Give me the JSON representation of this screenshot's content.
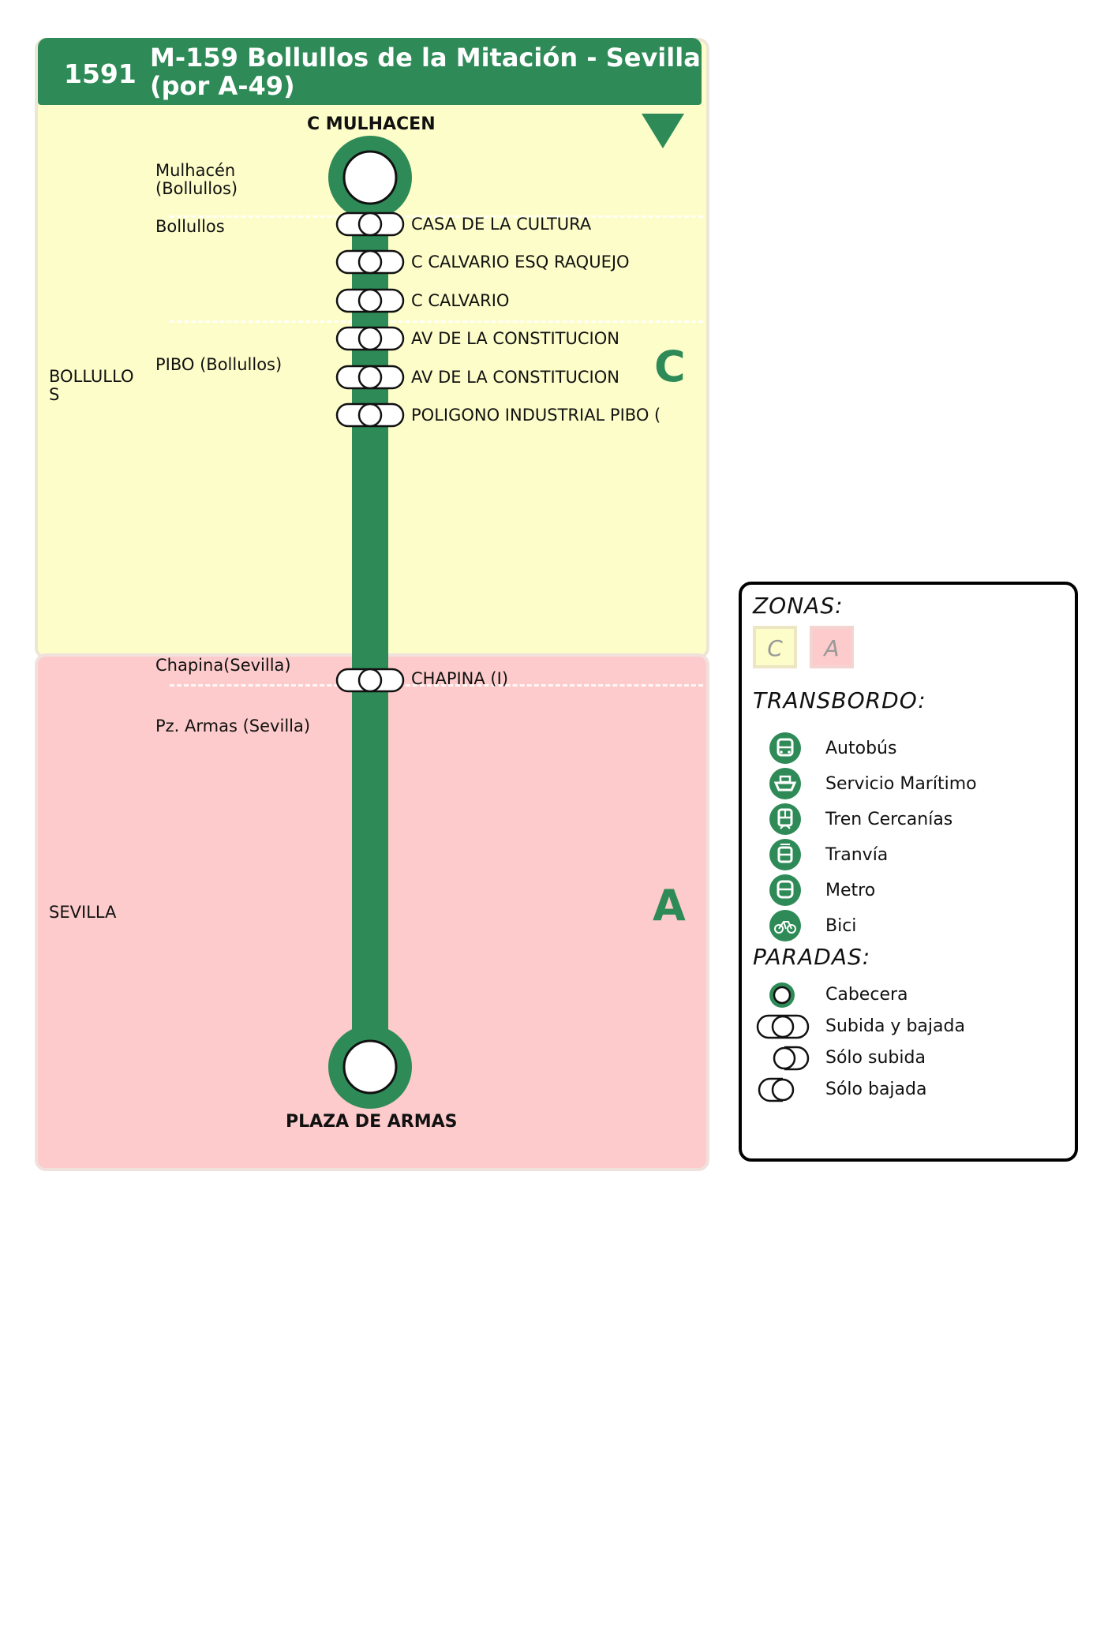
{
  "route": {
    "number": "1591",
    "name_line1": "M-159 Bollullos de la Mitación - Sevilla",
    "name_line2": "(por A-49)",
    "direction_glyph": "down-triangle-icon",
    "line_color": "#2e8b57"
  },
  "zones": [
    {
      "letter": "C",
      "color": "#fdfdc9"
    },
    {
      "letter": "A",
      "color": "#fdcbcb"
    }
  ],
  "municipalities": {
    "bollullos": "BOLLULLO\nS",
    "sevilla": "SEVILLA"
  },
  "localities": {
    "mulhacen": "Mulhacén\n(Bollullos)",
    "bollullos": "Bollullos",
    "pibo": "PIBO (Bollullos)",
    "chapina": "Chapina(Sevilla)",
    "pz_armas": "Pz. Armas (Sevilla)"
  },
  "terminals": {
    "origin": "C MULHACEN",
    "destination": "PLAZA DE ARMAS"
  },
  "stops": [
    {
      "name": "CASA DE LA CULTURA",
      "type": "subida-bajada"
    },
    {
      "name": "C CALVARIO ESQ RAQUEJO",
      "type": "subida-bajada"
    },
    {
      "name": "C CALVARIO",
      "type": "subida-bajada"
    },
    {
      "name": "AV DE LA CONSTITUCION",
      "type": "subida-bajada"
    },
    {
      "name": "AV DE LA CONSTITUCION",
      "type": "subida-bajada"
    },
    {
      "name": "POLIGONO INDUSTRIAL PIBO (",
      "type": "subida-bajada"
    },
    {
      "name": "CHAPINA (I)",
      "type": "subida-bajada"
    }
  ],
  "legend": {
    "zones_title": "ZONAS:",
    "zone_chips": [
      "C",
      "A"
    ],
    "transfer_title": "TRANSBORDO:",
    "transfer_items": [
      {
        "label": "Autobús",
        "icon": "bus-icon"
      },
      {
        "label": "Servicio Marítimo",
        "icon": "ferry-icon"
      },
      {
        "label": "Tren Cercanías",
        "icon": "train-icon"
      },
      {
        "label": "Tranvía",
        "icon": "tram-icon"
      },
      {
        "label": "Metro",
        "icon": "metro-icon"
      },
      {
        "label": "Bici",
        "icon": "bike-icon"
      }
    ],
    "stops_title": "PARADAS:",
    "stop_items": [
      {
        "label": "Cabecera",
        "icon": "terminal-stop-icon"
      },
      {
        "label": "Subida y bajada",
        "icon": "board-alight-stop-icon"
      },
      {
        "label": "Sólo subida",
        "icon": "board-only-stop-icon"
      },
      {
        "label": "Sólo bajada",
        "icon": "alight-only-stop-icon"
      }
    ]
  }
}
